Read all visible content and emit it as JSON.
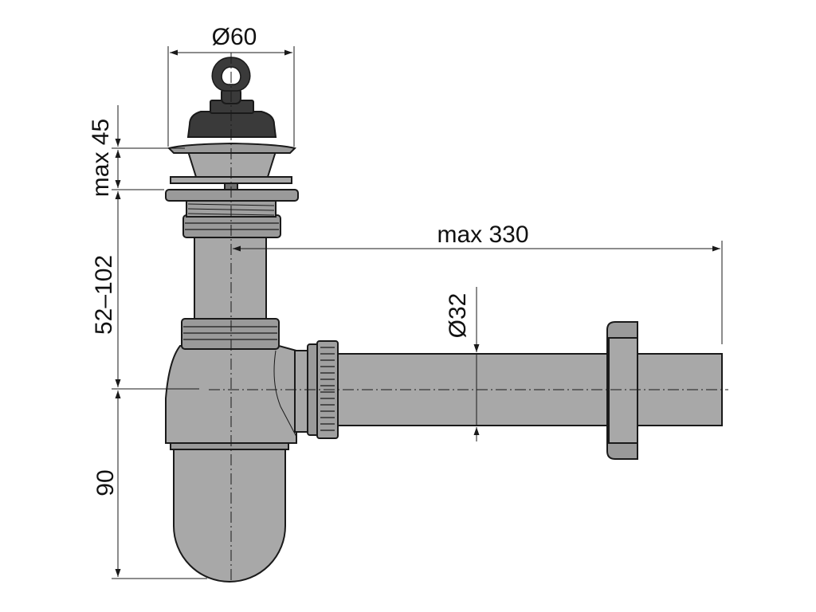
{
  "colors": {
    "metal": "#a8a8a8",
    "metal_dark": "#8c8c8c",
    "plug": "#3a3a3a",
    "line": "#1a1a1a"
  },
  "dimensions": {
    "plug_diameter": "Ø60",
    "overflow_height": "max 45",
    "adjust_height": "52–102",
    "trap_depth": "90",
    "outlet_length": "max 330",
    "pipe_diameter": "Ø32"
  }
}
